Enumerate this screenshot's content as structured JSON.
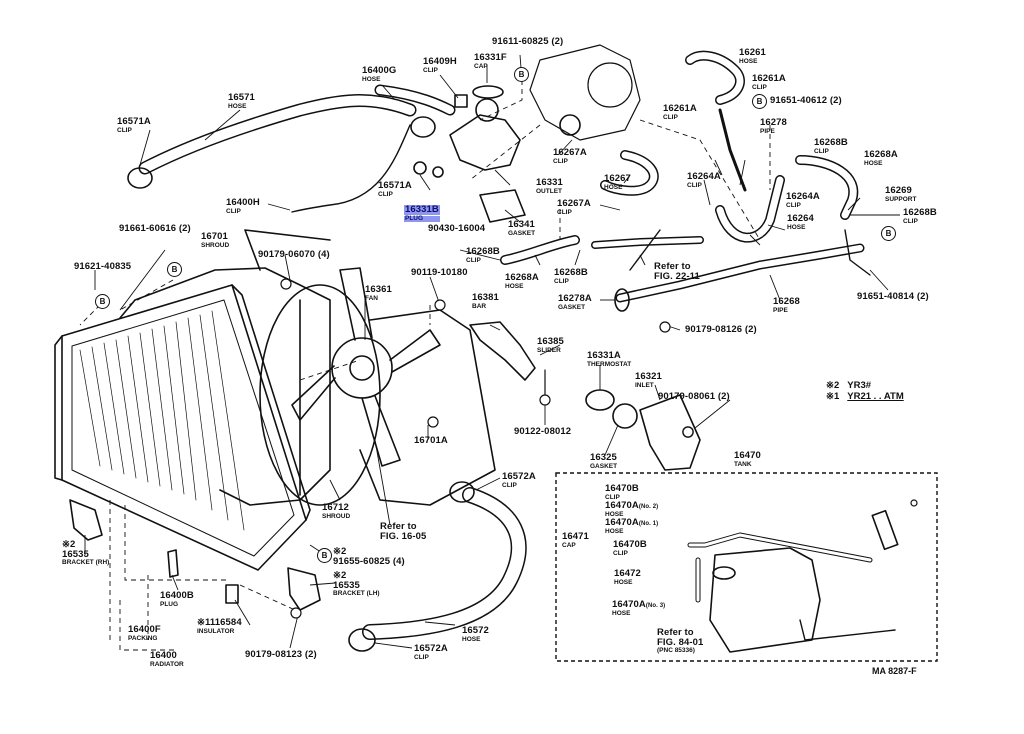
{
  "symbol": "B",
  "legend": [
    {
      "mark": "※2",
      "text": "YR3#"
    },
    {
      "mark": "※1",
      "text": "YR21 . . ATM"
    }
  ],
  "drawing_code": "MA 8287-F",
  "labels": {
    "p91611": {
      "part": "91611-60825 (2)",
      "name": ""
    },
    "p16261": {
      "part": "16261",
      "name": "HOSE"
    },
    "p16409H": {
      "part": "16409H",
      "name": "CLIP"
    },
    "p16331F": {
      "part": "16331F",
      "name": "CAP"
    },
    "p16400G": {
      "part": "16400G",
      "name": "HOSE"
    },
    "p16261A1": {
      "part": "16261A",
      "name": "CLIP"
    },
    "p91651_40612": {
      "part": "91651-40612 (2)",
      "name": ""
    },
    "p16571": {
      "part": "16571",
      "name": "HOSE"
    },
    "p16261A2": {
      "part": "16261A",
      "name": "CLIP"
    },
    "p16278": {
      "part": "16278",
      "name": "PIPE"
    },
    "p16571A1": {
      "part": "16571A",
      "name": "CLIP"
    },
    "p16267A1": {
      "part": "16267A",
      "name": "CLIP"
    },
    "p16268B1": {
      "part": "16268B",
      "name": "CLIP"
    },
    "p16268A1": {
      "part": "16268A",
      "name": "HOSE"
    },
    "p16571A2": {
      "part": "16571A",
      "name": "CLIP"
    },
    "p16331": {
      "part": "16331",
      "name": "OUTLET"
    },
    "p16267": {
      "part": "16267",
      "name": "HOSE"
    },
    "p16264A1": {
      "part": "16264A",
      "name": "CLIP"
    },
    "p16264A2": {
      "part": "16264A",
      "name": "CLIP"
    },
    "p16269": {
      "part": "16269",
      "name": "SUPPORT"
    },
    "p16400H": {
      "part": "16400H",
      "name": "CLIP"
    },
    "p16331B": {
      "part": "16331B",
      "name": "PLUG"
    },
    "p16267A2": {
      "part": "16267A",
      "name": "CLIP"
    },
    "p16268B2": {
      "part": "16268B",
      "name": "CLIP"
    },
    "p16341": {
      "part": "16341",
      "name": "GASKET"
    },
    "p16264": {
      "part": "16264",
      "name": "HOSE"
    },
    "p90430": {
      "part": "90430-16004",
      "name": ""
    },
    "p91661": {
      "part": "91661-60616 (2)",
      "name": ""
    },
    "p16701": {
      "part": "16701",
      "name": "SHROUD"
    },
    "p90179_06070": {
      "part": "90179-06070 (4)",
      "name": ""
    },
    "p16268B3": {
      "part": "16268B",
      "name": "CLIP"
    },
    "p16268A2": {
      "part": "16268A",
      "name": "HOSE"
    },
    "p16268B4": {
      "part": "16268B",
      "name": "CLIP"
    },
    "p91621": {
      "part": "91621-40835",
      "name": ""
    },
    "p90119": {
      "part": "90119-10180",
      "name": ""
    },
    "p16361": {
      "part": "16361",
      "name": "FAN"
    },
    "p16278A": {
      "part": "16278A",
      "name": "GASKET"
    },
    "p16268": {
      "part": "16268",
      "name": "PIPE"
    },
    "p91651_40814": {
      "part": "91651-40814 (2)",
      "name": ""
    },
    "p16381": {
      "part": "16381",
      "name": "BAR"
    },
    "p90179_08126": {
      "part": "90179-08126 (2)",
      "name": ""
    },
    "p16385": {
      "part": "16385",
      "name": "SLIDER"
    },
    "p16331A": {
      "part": "16331A",
      "name": "THERMOSTAT"
    },
    "p16321": {
      "part": "16321",
      "name": "INLET"
    },
    "p90179_08061": {
      "part": "90179-08061 (2)",
      "name": ""
    },
    "p16701A": {
      "part": "16701A",
      "name": ""
    },
    "p90122": {
      "part": "90122-08012",
      "name": ""
    },
    "p16325": {
      "part": "16325",
      "name": "GASKET"
    },
    "p16470": {
      "part": "16470",
      "name": "TANK"
    },
    "p16572A1": {
      "part": "16572A",
      "name": "CLIP"
    },
    "p16470B1": {
      "part": "16470B",
      "name": "CLIP"
    },
    "p16470A1": {
      "part": "16470A",
      "name": "HOSE",
      "note": "(No. 2)"
    },
    "p16470A2": {
      "part": "16470A",
      "name": "HOSE",
      "note": "(No. 1)"
    },
    "p16471": {
      "part": "16471",
      "name": "CAP"
    },
    "p16470B2": {
      "part": "16470B",
      "name": "CLIP"
    },
    "p16472": {
      "part": "16472",
      "name": "HOSE"
    },
    "p16470A3": {
      "part": "16470A",
      "name": "HOSE",
      "note": "(No. 3)"
    },
    "p16712": {
      "part": "16712",
      "name": "SHROUD"
    },
    "p16535RH": {
      "part": "16535",
      "name": "BRACKET (RH)",
      "mark": "※2"
    },
    "p91655": {
      "part": "91655-60825 (4)",
      "name": "",
      "mark": "※2"
    },
    "p16535LH": {
      "part": "16535",
      "name": "BRACKET (LH)",
      "mark": "※2"
    },
    "p16400B": {
      "part": "16400B",
      "name": "PLUG"
    },
    "p16584": {
      "part": "116584",
      "name": "INSULATOR",
      "mark": "※1"
    },
    "p16400F": {
      "part": "16400F",
      "name": "PACKING"
    },
    "p16400": {
      "part": "16400",
      "name": "RADIATOR"
    },
    "p90179_08123": {
      "part": "90179-08123 (2)",
      "name": ""
    },
    "p16572": {
      "part": "16572",
      "name": "HOSE"
    },
    "p16572A2": {
      "part": "16572A",
      "name": "CLIP"
    }
  },
  "references": {
    "fig16_05": {
      "line1": "Refer to",
      "line2": "FIG. 16-05"
    },
    "fig22_11": {
      "line1": "Refer to",
      "line2": "FIG. 22-11"
    },
    "fig84_01": {
      "line1": "Refer to",
      "line2": "FIG. 84-01",
      "line3": "(PNC 85336)"
    }
  }
}
